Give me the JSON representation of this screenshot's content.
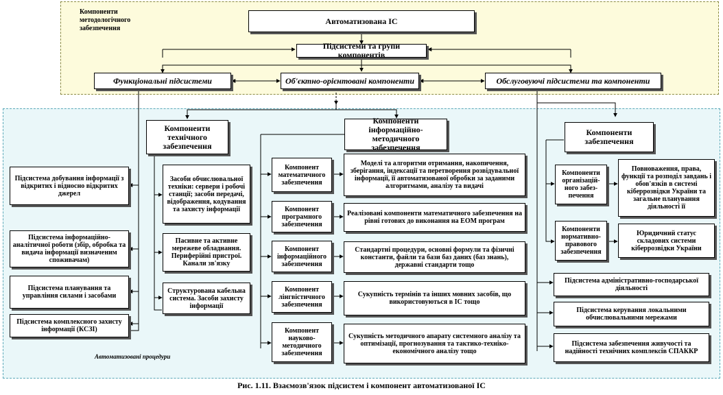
{
  "top_region_label": "Компоненти методологічного забезпечення",
  "system": "Автоматизована ІС",
  "subsystems_groups": "Підсистеми та групи компонентів",
  "functional_subsystems": "Функціональні підсистеми",
  "object_oriented": "Об'єктно-орієнтовані компоненти",
  "service_subsystems": "Обслуговуючі підсистеми та компоненти",
  "automated_procedures": "Автоматизовані процедури",
  "caption": "Рис. 1.11. Взаємозв'язок підсистем і компонент автоматизованої ІС",
  "left_column": [
    "Підсистема добування інформації з відкритих і відносно відкритих джерел",
    "Підсистема інформаційно-аналітичної роботи (збір, обробка та видача інформації визначеним споживачам)",
    "Підсистема планування та управління силами і засобами",
    "Підсистема комплексного захисту інформації (КСЗІ)"
  ],
  "tech_header": "Компоненти технічного забезпечення",
  "tech_items": [
    "Засоби обчислювальної техніки: сервери і робочі станції; засоби передачі, відображення, кодування та захисту інформації",
    "Пасивне та активне мережеве обладнання. Периферійні пристрої. Канали зв'язку",
    "Структурована кабельна система. Засоби захисту інформації"
  ],
  "info_header": "Компоненти інформаційно-методичного забезпечення",
  "info_items": [
    {
      "name": "Компонент математичного забезпечення",
      "desc": "Моделі та алгоритми отримання, накопичення, зберігання, індексації та перетворення розвідувальної інформації, її автоматизованої обробки за заданими алгоритмами, аналізу та видачі"
    },
    {
      "name": "Компонент програмного забезпечення",
      "desc": "Реалізовані компоненти математичного забезпечення на рівні готових до виконання на ЕОМ програм"
    },
    {
      "name": "Компонент інформаційного забезпечення",
      "desc": "Стандартні процедури, основні формули та фізичні константи, файли та бази баз даних (баз знань), державні стандарти тощо"
    },
    {
      "name": "Компонент лінгвістичного забезпечення",
      "desc": "Сукупність термінів та інших мовних засобів, що використовуються в ІС тощо"
    },
    {
      "name": "Компонент науково-методичного забезпечення",
      "desc": "Сукупність методичного апарату системного аналізу та оптимізації, прогнозування та тактико-техніко-економічного аналізу тощо"
    }
  ],
  "support_header": "Компоненти забезпечення",
  "support_items": [
    {
      "name": "Компоненти організацій-ного забез-печення",
      "desc": "Повноваження, права, функції та розподіл завдань і обов'язків в системі кіберрозвідки України та загальне планування діяльності її"
    },
    {
      "name": "Компоненти нормативно-правового забезпечення",
      "desc": "Юридичний статус складових системи кіберрозвідки України"
    }
  ],
  "right_bottom": [
    "Підсистема адміністративно-господарської діяльності",
    "Підсистема керування локальними обчислювальними мережами",
    "Підсистема забезпечення живучості та надійності технічних комплексів СПАККР"
  ],
  "colors": {
    "top_fill": "#fdfbdc",
    "top_border": "#8a8a40",
    "bottom_fill": "#eaf7f9",
    "bottom_border": "#5aa8b8"
  }
}
